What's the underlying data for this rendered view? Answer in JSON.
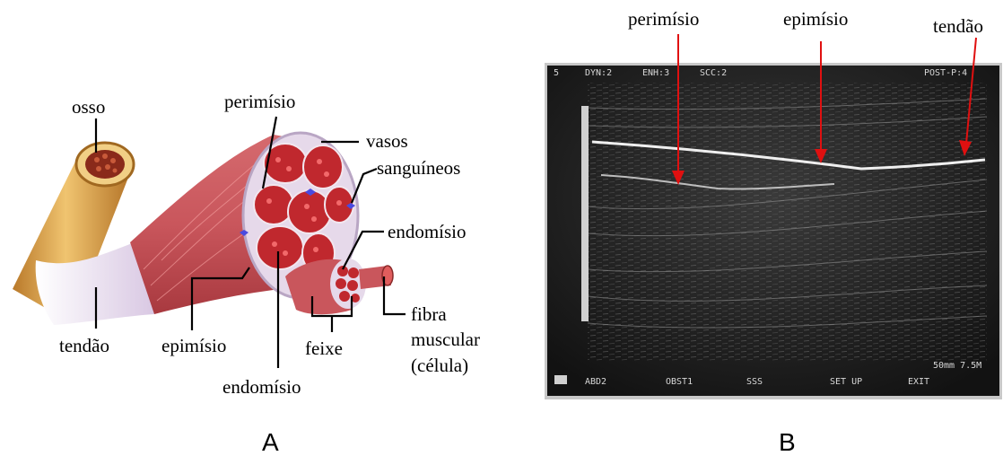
{
  "panel_a": {
    "letter": "A",
    "labels": {
      "osso": "osso",
      "perimisio": "perimísio",
      "vasos": "vasos",
      "sanguineos": "sanguíneos",
      "endomisio_right": "endomísio",
      "fibra": "fibra",
      "muscular": "muscular",
      "celula": "(célula)",
      "feixe": "feixe",
      "endomisio_bottom": "endomísio",
      "epimisio": "epimísio",
      "tendao": "tendão"
    },
    "colors": {
      "muscle": "#c9565c",
      "muscle_dark": "#9e3036",
      "fascicle": "#c0282e",
      "bone": "#d9a24a",
      "tendon": "#e8e0ef",
      "vessel": "#4a4adf",
      "leader": "#000000"
    }
  },
  "panel_b": {
    "letter": "B",
    "labels": {
      "perimisio": "perimísio",
      "epimisio": "epimísio",
      "tendao": "tendão"
    },
    "screen": {
      "top_left": "5",
      "top_items": [
        "DYN:2",
        "ENH:3",
        "SCC:2"
      ],
      "top_right": "POST-P:4",
      "scale": "50mm 7.5M",
      "menu": [
        "ABD2",
        "OBST1",
        "SSS",
        "SET UP",
        "EXIT"
      ]
    },
    "colors": {
      "arrow": "#e01010",
      "screen": "#1a1a1a",
      "echo": "#e8e8e8"
    }
  }
}
